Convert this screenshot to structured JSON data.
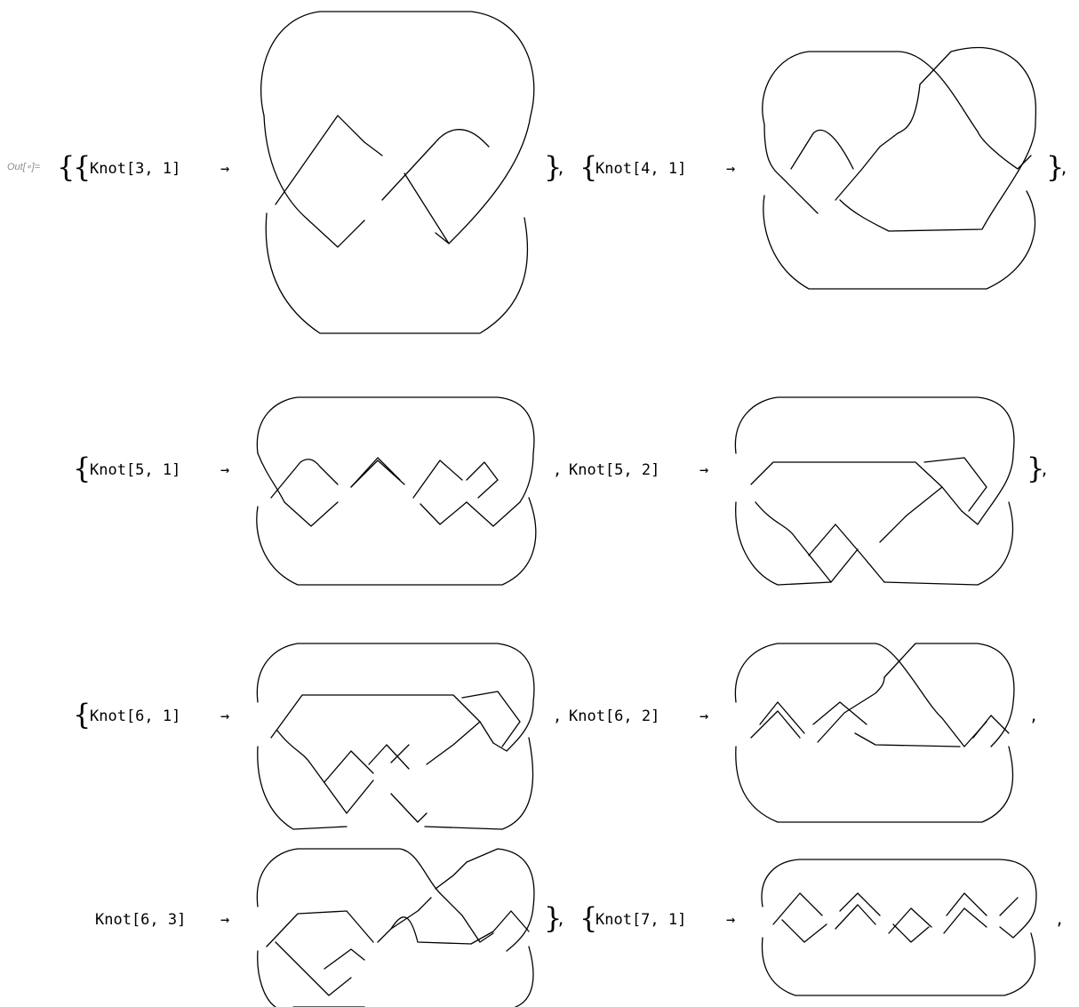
{
  "cell": {
    "output_label": "Out[∘]="
  },
  "entries": [
    {
      "knot": "Knot[3, 1]",
      "arrow": "→"
    },
    {
      "knot": "Knot[4, 1]",
      "arrow": "→"
    },
    {
      "knot": "Knot[5, 1]",
      "arrow": "→"
    },
    {
      "knot": "Knot[5, 2]",
      "arrow": "→"
    },
    {
      "knot": "Knot[6, 1]",
      "arrow": "→"
    },
    {
      "knot": "Knot[6, 2]",
      "arrow": "→"
    },
    {
      "knot": "Knot[6, 3]",
      "arrow": "→"
    },
    {
      "knot": "Knot[7, 1]",
      "arrow": "→"
    }
  ],
  "punct": {
    "open": "{",
    "close": "}",
    "comma": ","
  }
}
